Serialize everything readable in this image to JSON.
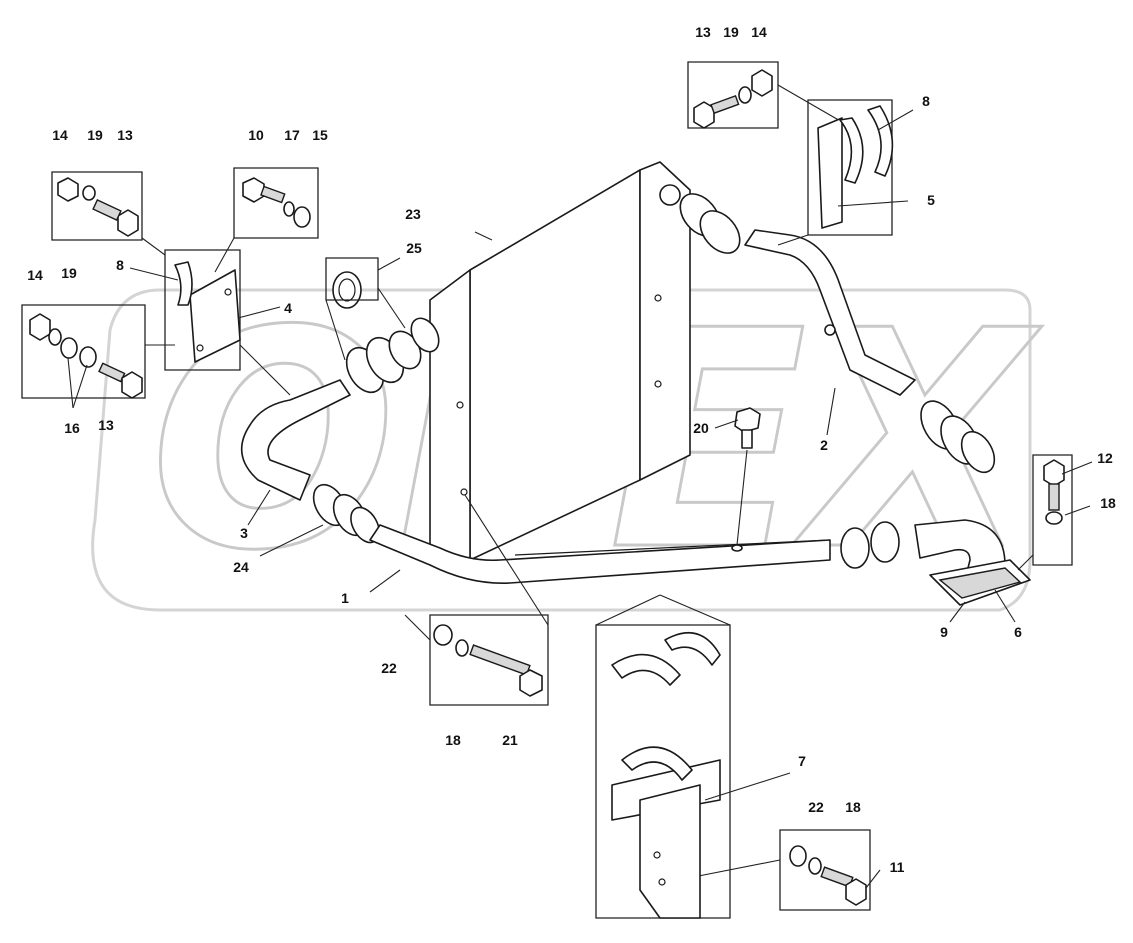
{
  "watermark": "OPEX",
  "callouts": [
    "1",
    "2",
    "3",
    "4",
    "5",
    "6",
    "7",
    "8",
    "8",
    "9",
    "10",
    "11",
    "12",
    "13",
    "13",
    "13",
    "14",
    "14",
    "14",
    "15",
    "16",
    "17",
    "18",
    "18",
    "18",
    "19",
    "19",
    "19",
    "20",
    "21",
    "22",
    "22",
    "23",
    "24",
    "25"
  ]
}
